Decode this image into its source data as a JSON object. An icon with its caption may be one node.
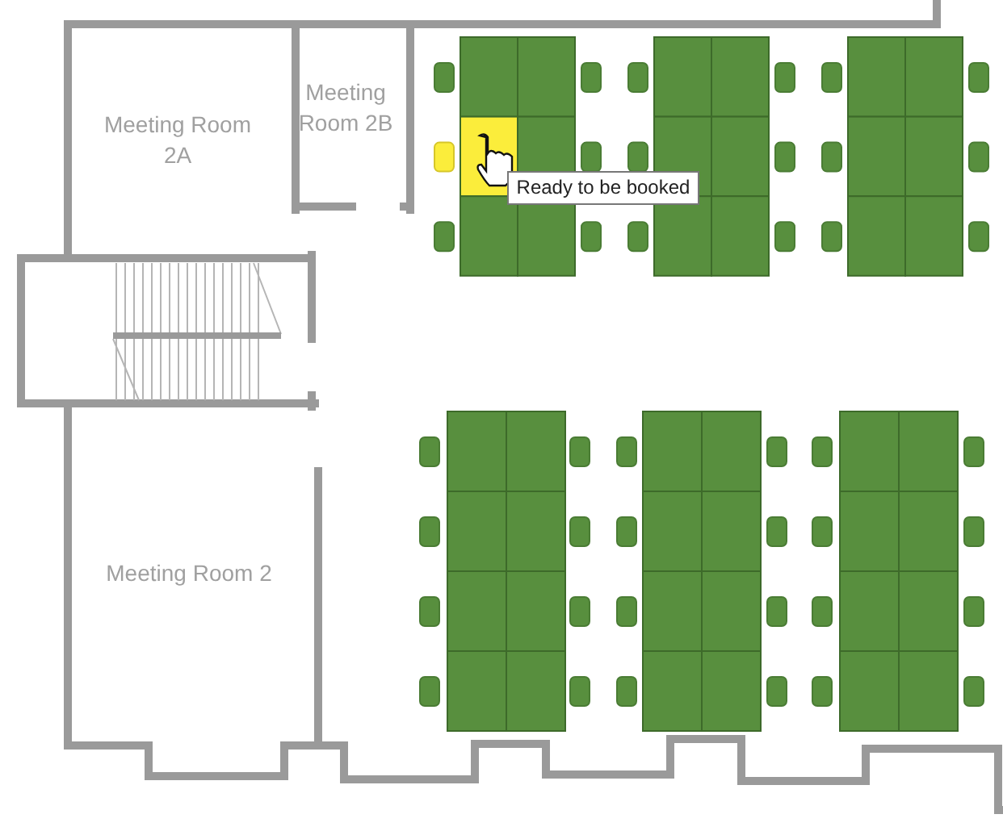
{
  "diagram": {
    "nodes": [
      {
        "text": [
          "Meeting Room 2A"
        ]
      },
      {
        "text": [
          "Meeting Room 2B"
        ]
      },
      {
        "text": [
          "Meeting Room 2"
        ]
      }
    ],
    "labels": [
      "Ready to be booked"
    ]
  }
}
